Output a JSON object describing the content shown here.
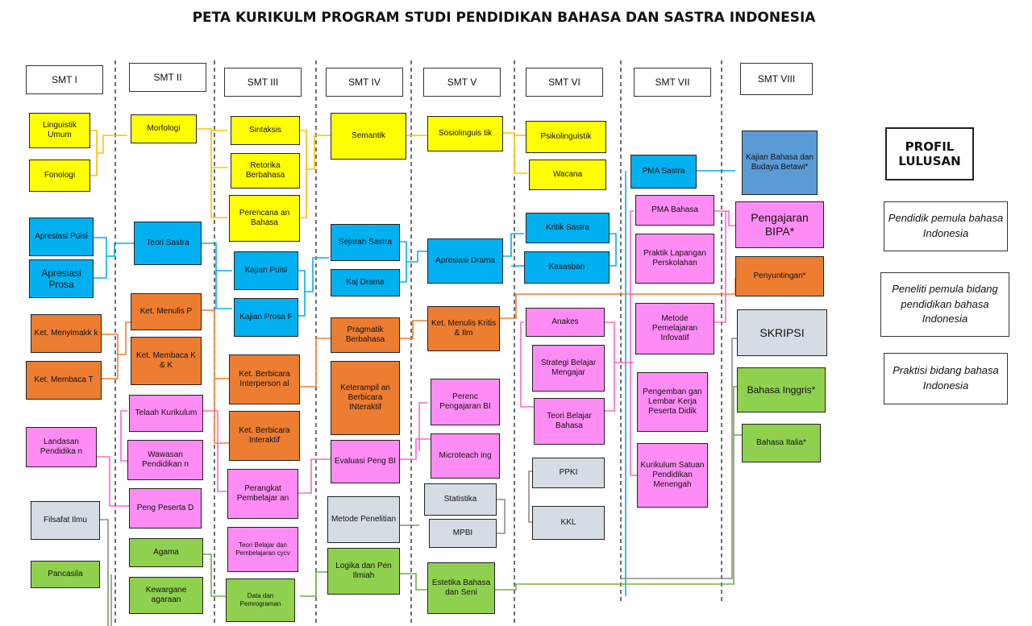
{
  "title": "PETA KURIKULM PROGRAM STUDI PENDIDIKAN BAHASA DAN SASTRA INDONESIA",
  "colors": {
    "yellow": "#ffff00",
    "blue": "#00b0f0",
    "orange": "#ed7d31",
    "pink": "#ff8cf5",
    "grey": "#d6dce4",
    "green": "#8fd14f",
    "steel": "#5b9bd5"
  },
  "semesters": [
    "SMT I",
    "SMT II",
    "SMT III",
    "SMT IV",
    "SMT V",
    "SMT VI",
    "SMT VII",
    "SMT VIII"
  ],
  "courses": {
    "linguistik_umum": "Linguistik Umum",
    "fonologi": "Fonologi",
    "apresiasi_puisi": "Apresiasi Puisi",
    "apresiasi_prosa": "Apresiasi Prosa",
    "ket_menyimak": "Ket. Menyimakk k",
    "ket_membaca_t": "Ket. Membaca T",
    "landasan_pendidikan": "Landasan Pendidika n",
    "filsafat_ilmu": "Filsafat Ilmu",
    "pancasila": "Pancasila",
    "morfologi": "Morfologi",
    "teori_sastra": "Teori Sastra",
    "ket_menulis_p": "Ket. Menulis P",
    "ket_membaca_kk": "Ket. Membaca K & K",
    "telaah_kurikulum": "Telaah Kurikulum",
    "wawasan_pendidikan": "Wawasan Pendidikan n",
    "peng_peserta_d": "Peng Peserta D",
    "agama": "Agama",
    "kewarganegaraan": "Kewargane agaraan",
    "sintaksis": "Sintaksis",
    "retorika": "Retorika Berbahasa",
    "perencanaan_bahasa": "Perencana an Bahasa",
    "kajian_puisi": "Kajian Puisi",
    "kajian_prosa": "Kajian Prosa F",
    "ket_berbicara_interpersonal": "Ket. Berbicara Interperson al",
    "ket_berbicara_interaktif": "Ket. Berbicara Interaktif",
    "perangkat_pembelajaran": "Perangkat Pembelajar an",
    "teori_belajar_pembelajaran": "Teori Belajar dan Pembelajaran cycv",
    "data_pemrograman": "Data dan Pemrograman",
    "semantik": "Semantik",
    "sejarah_sastra": "Sejarah Sastra",
    "kaj_drama": "Kaj Drama",
    "pragmatik": "Pragmatik Berbahasa",
    "keterampilan_berbicara": "Keterampil an Berbicara INteraktif",
    "evaluasi_peng_bi": "Evaluasi Peng BI",
    "metode_penelitian": "Metode Penelitian",
    "logika_pen_ilmiah": "Logika dan Pen Ilmiah",
    "sosiolinguistik": "Sosiolinguis tik",
    "apresiasi_drama": "Apresiasi Drama",
    "ket_menulis_kritis": "Ket. Menulis Kritis & Ilm",
    "perenc_pengajaran_bi": "Perenc Pengajaran BI",
    "microteaching": "Microteach ing",
    "statistika": "Statistika",
    "mpbi": "MPBI",
    "estetika": "Estetika Bahasa dan Seni",
    "psikolinguistik": "Psikolinguistik",
    "wacana": "Wacana",
    "kritik_sastra": "Kritik Sastra",
    "kasasban": "Kasasban",
    "anakes": "Anakes",
    "strategi_belajar": "Strategi Belajar Mengajar",
    "teori_belajar_bahasa": "Teori Belajar Bahasa",
    "ppki": "PPKI",
    "kkl": "KKL",
    "pma_sastra": "PMA Sastra",
    "pma_bahasa": "PMA Bahasa",
    "praktik_lapangan": "Praktik Lapangan Perskolahan",
    "metode_pemelajaran": "Metode Pemelajaran Infovatif",
    "pengembangan_lembar": "Pengemban gan Lembar Kerja Peserta Didik",
    "kurikulum_satuan": "Kurikulum Satuan Pendidikan Menengah",
    "kajian_bahasa_betawi": "Kajian Bahasa dan Budaya Betawi*",
    "pengajaran_bipa": "Pengajaran BIPA*",
    "penyuntingan": "Penyuntingan*",
    "skripsi": "SKRIPSI",
    "bahasa_inggris": "Bahasa Inggris*",
    "bahasa_italia": "Bahasa Italia*"
  },
  "profil": {
    "title": "PROFIL LULUSAN",
    "items": [
      "Pendidik pemula bahasa Indonesia",
      "Peneliti pemula bidang pendidikan bahasa Indonesia",
      "Praktisi bidang bahasa Indonesia"
    ]
  }
}
